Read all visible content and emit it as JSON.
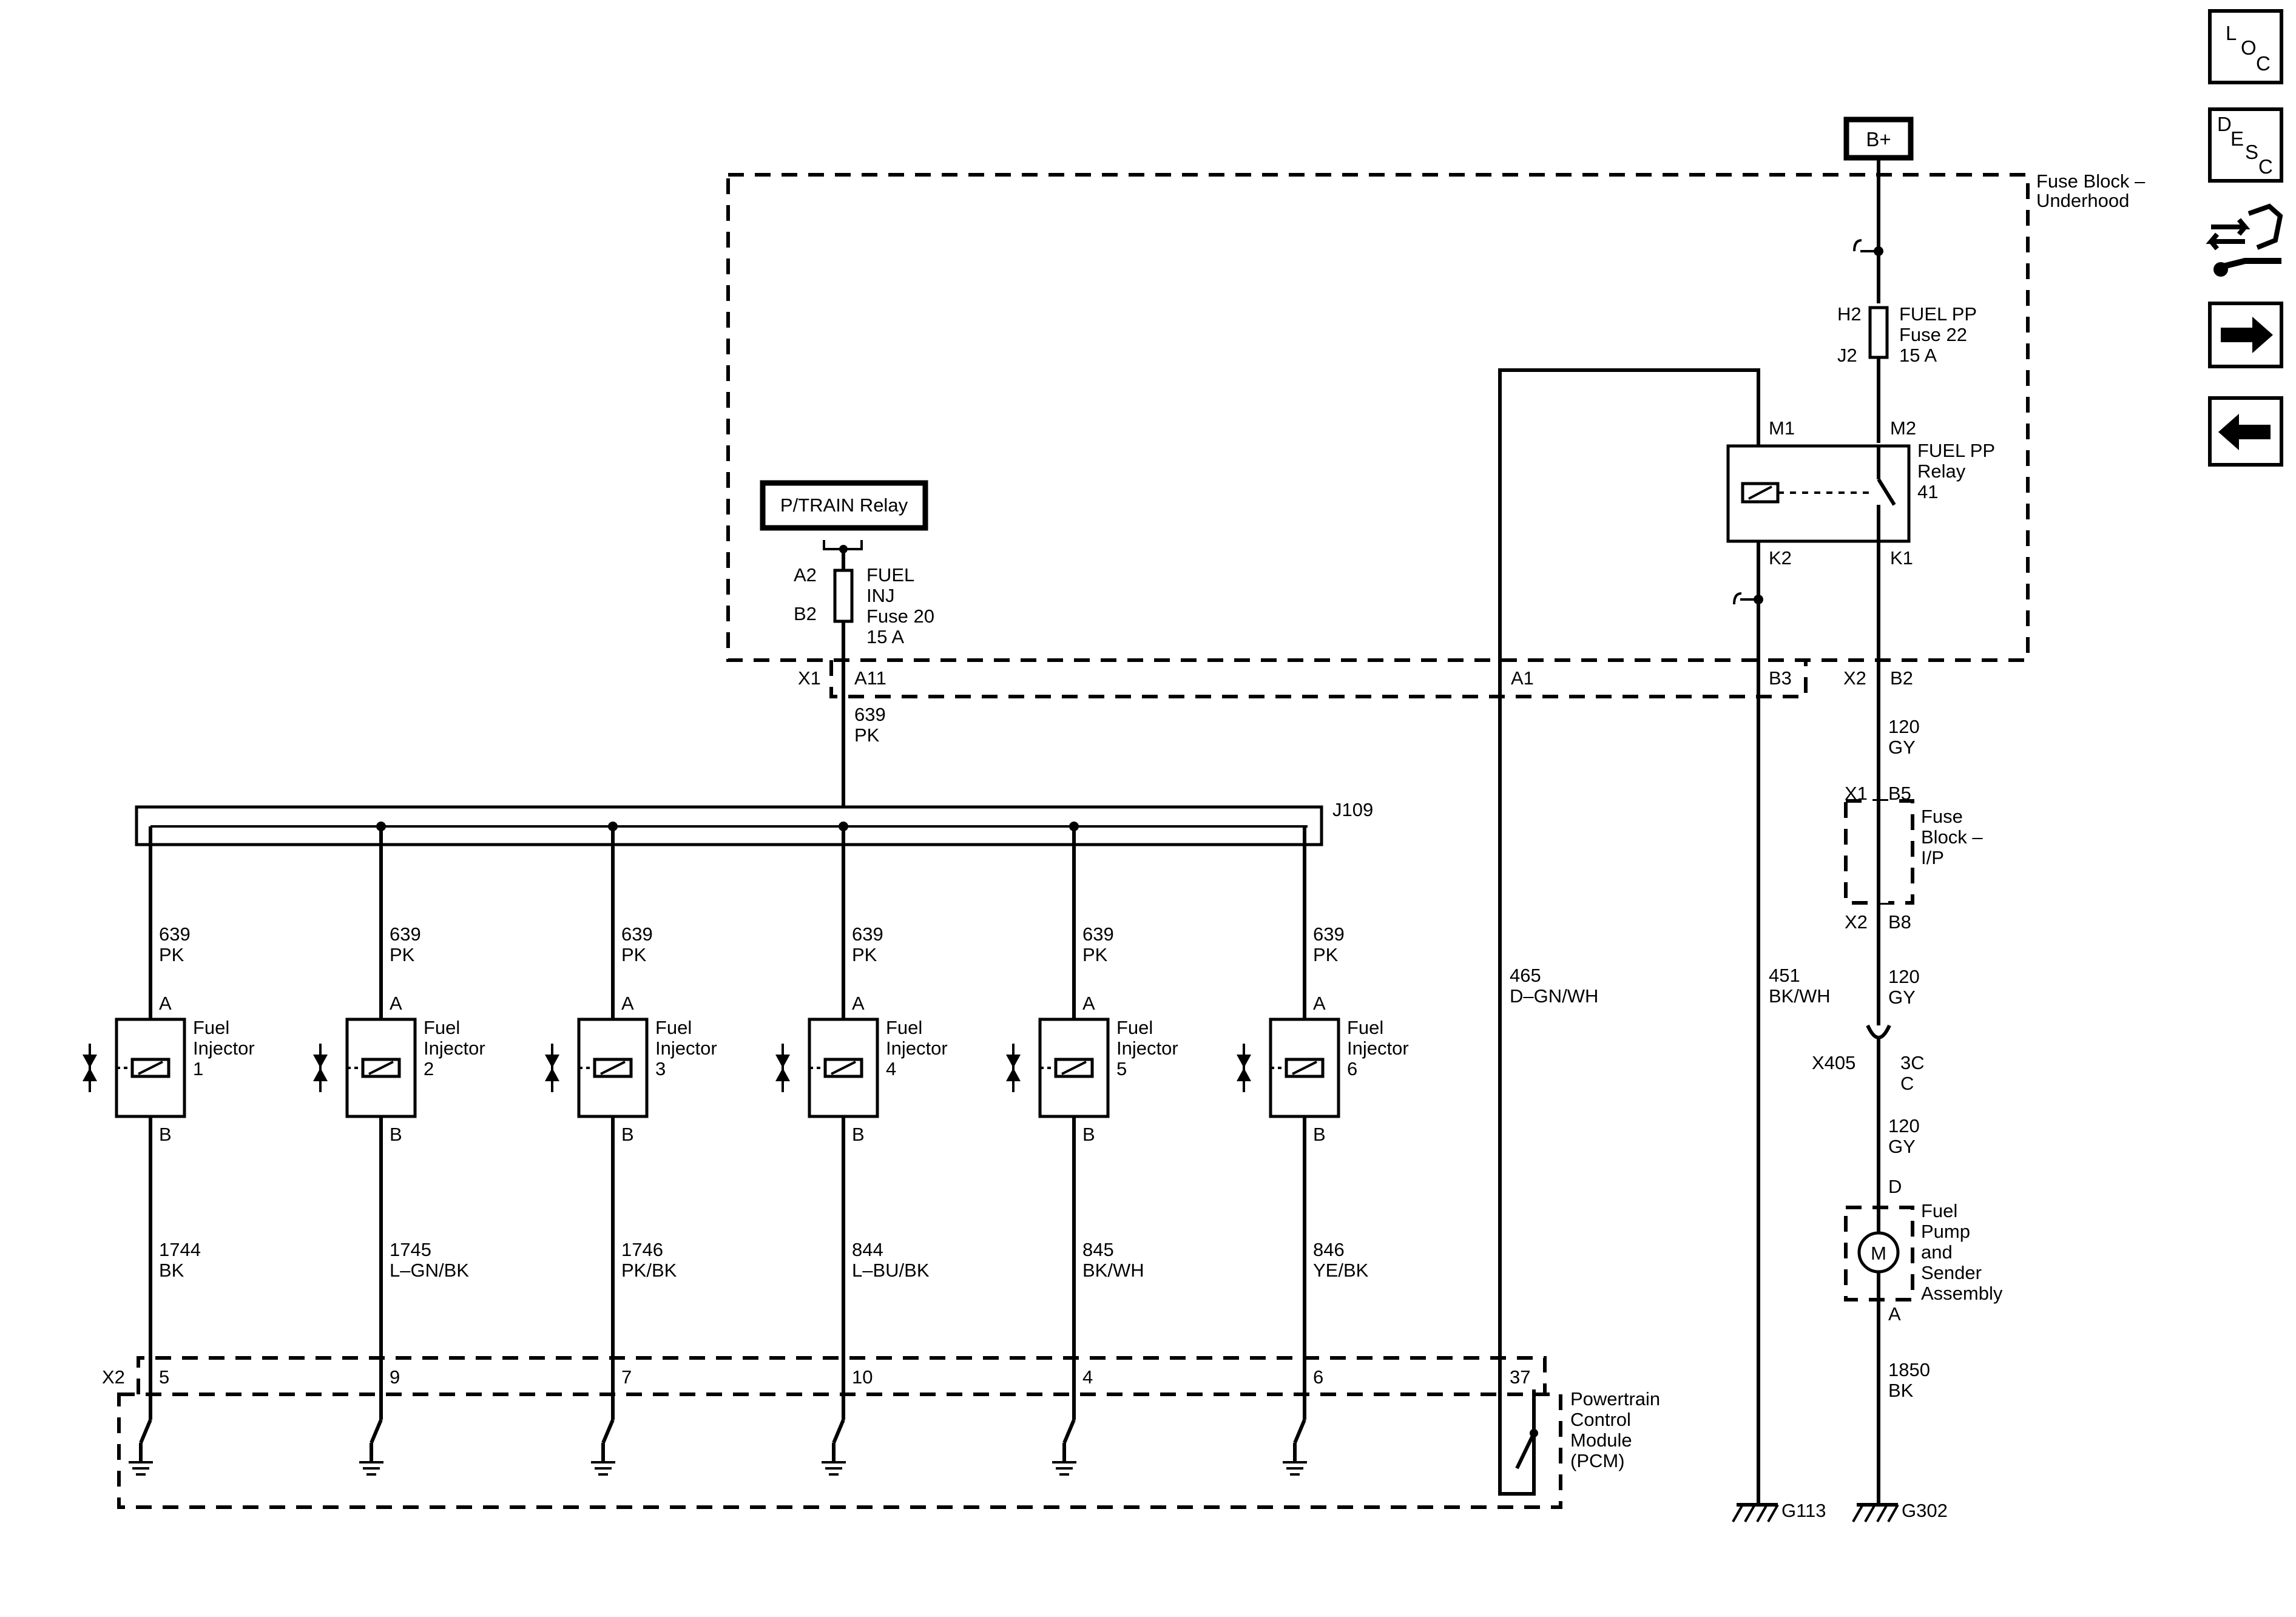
{
  "supply": {
    "battery": "B+"
  },
  "fuse_block_underhood": {
    "label_line1": "Fuse Block –",
    "label_line2": "Underhood",
    "fuel_pp_fuse": {
      "in_pin": "H2",
      "out_pin": "J2",
      "line1": "FUEL PP",
      "line2": "Fuse 22",
      "line3": "15 A"
    },
    "fuel_pp_relay": {
      "m1": "M1",
      "m2": "M2",
      "k1": "K1",
      "k2": "K2",
      "line1": "FUEL PP",
      "line2": "Relay",
      "line3": "41"
    },
    "ptrain_relay": "P/TRAIN Relay",
    "fuel_inj_fuse": {
      "in_pin": "A2",
      "out_pin": "B2",
      "line1": "FUEL",
      "line2": "INJ",
      "line3": "Fuse 20",
      "line4": "15 A"
    },
    "connector_x1": "X1",
    "connector_x2": "X2",
    "pins": {
      "a11": "A11",
      "a1": "A1",
      "b3": "B3",
      "b2": "B2"
    }
  },
  "splice": {
    "name": "J109"
  },
  "feed_wire": {
    "circuit": "639",
    "color": "PK"
  },
  "injectors": [
    {
      "line1": "Fuel",
      "line2": "Injector",
      "num": "1",
      "pin_a": "A",
      "pin_b": "B",
      "in_circuit": "639",
      "in_color": "PK",
      "out_circuit": "1744",
      "out_color": "BK",
      "pcm_pin": "5"
    },
    {
      "line1": "Fuel",
      "line2": "Injector",
      "num": "2",
      "pin_a": "A",
      "pin_b": "B",
      "in_circuit": "639",
      "in_color": "PK",
      "out_circuit": "1745",
      "out_color": "L–GN/BK",
      "pcm_pin": "9"
    },
    {
      "line1": "Fuel",
      "line2": "Injector",
      "num": "3",
      "pin_a": "A",
      "pin_b": "B",
      "in_circuit": "639",
      "in_color": "PK",
      "out_circuit": "1746",
      "out_color": "PK/BK",
      "pcm_pin": "7"
    },
    {
      "line1": "Fuel",
      "line2": "Injector",
      "num": "4",
      "pin_a": "A",
      "pin_b": "B",
      "in_circuit": "639",
      "in_color": "PK",
      "out_circuit": "844",
      "out_color": "L–BU/BK",
      "pcm_pin": "10"
    },
    {
      "line1": "Fuel",
      "line2": "Injector",
      "num": "5",
      "pin_a": "A",
      "pin_b": "B",
      "in_circuit": "639",
      "in_color": "PK",
      "out_circuit": "845",
      "out_color": "BK/WH",
      "pcm_pin": "4"
    },
    {
      "line1": "Fuel",
      "line2": "Injector",
      "num": "6",
      "pin_a": "A",
      "pin_b": "B",
      "in_circuit": "639",
      "in_color": "PK",
      "out_circuit": "846",
      "out_color": "YE/BK",
      "pcm_pin": "6"
    }
  ],
  "pcm": {
    "connector": "X2",
    "relay_pin": "37",
    "line1": "Powertrain",
    "line2": "Control",
    "line3": "Module",
    "line4": "(PCM)"
  },
  "relay_ctrl_wire": {
    "circuit": "465",
    "color": "D–GN/WH"
  },
  "relay_gnd_wire": {
    "circuit": "451",
    "color": "BK/WH",
    "ground": "G113"
  },
  "pump_feed_1": {
    "circuit": "120",
    "color": "GY"
  },
  "fuse_block_ip": {
    "x1": "X1",
    "b5": "B5",
    "x2": "X2",
    "b8": "B8",
    "line1": "Fuse",
    "line2": "Block –",
    "line3": "I/P"
  },
  "pump_feed_2": {
    "circuit": "120",
    "color": "GY"
  },
  "inline_connector": {
    "name": "X405",
    "pin1": "3C",
    "pin2": "C"
  },
  "pump_feed_3": {
    "circuit": "120",
    "color": "GY"
  },
  "fuel_pump": {
    "pin_d": "D",
    "pin_a": "A",
    "motor": "M",
    "line1": "Fuel",
    "line2": "Pump",
    "line3": "and",
    "line4": "Sender",
    "line5": "Assembly"
  },
  "pump_gnd_wire": {
    "circuit": "1850",
    "color": "BK",
    "ground": "G302"
  },
  "nav": {
    "loc": {
      "l": "L",
      "o": "O",
      "c": "C"
    },
    "desc": {
      "d": "D",
      "e": "E",
      "s": "S",
      "c": "C"
    },
    "tools_icon": "tools-icon",
    "next_icon": "arrow-right-icon",
    "prev_icon": "arrow-left-icon"
  }
}
